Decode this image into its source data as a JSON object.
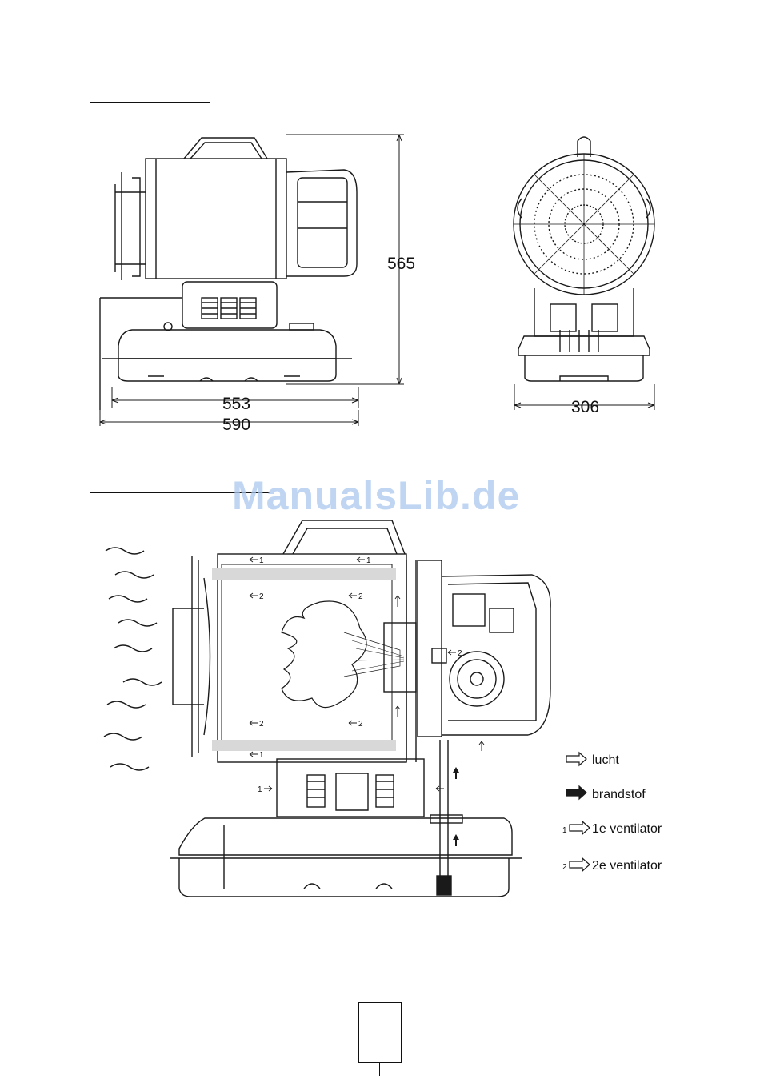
{
  "dimensions": {
    "height": "565",
    "width_inner": "553",
    "width_outer": "590",
    "depth": "306"
  },
  "watermark": "ManualsLib.de",
  "legend": {
    "air": "lucht",
    "fuel": "brandstof",
    "fan1_num": "1",
    "fan1": "1e ventilator",
    "fan2_num": "2",
    "fan2": "2e ventilator"
  },
  "flow_labels": {
    "one": "1",
    "two": "2"
  },
  "colors": {
    "line": "#1a1a1a",
    "watermark": "#aac8ee"
  }
}
